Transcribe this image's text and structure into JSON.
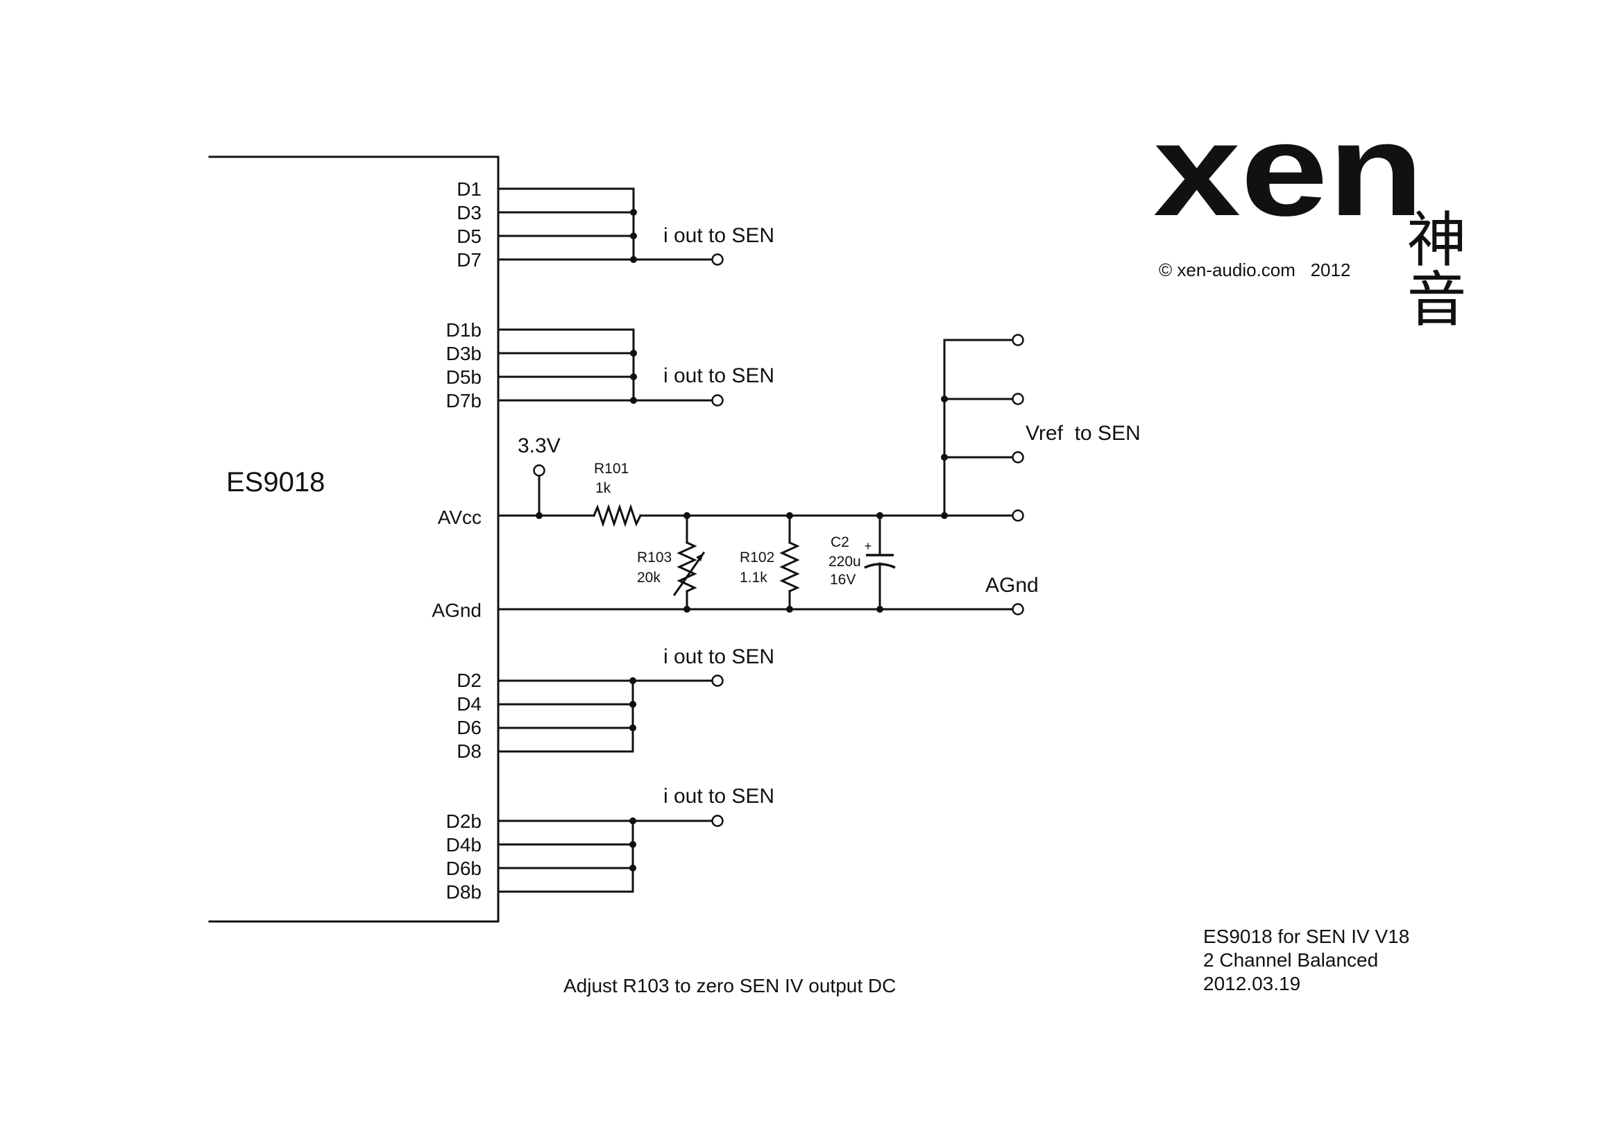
{
  "chip": {
    "name": "ES9018",
    "pins_top": [
      "D1",
      "D3",
      "D5",
      "D7",
      "D1b",
      "D3b",
      "D5b",
      "D7b"
    ],
    "pin_avcc": "AVcc",
    "pin_agnd": "AGnd",
    "pins_bottom": [
      "D2",
      "D4",
      "D6",
      "D8",
      "D2b",
      "D4b",
      "D6b",
      "D8b"
    ]
  },
  "outputs": {
    "iout_1": "i out to SEN",
    "iout_2": "i out to SEN",
    "iout_3": "i out to SEN",
    "iout_4": "i out to SEN",
    "vref": "Vref  to SEN",
    "agnd": "AGnd"
  },
  "supply": {
    "label": "3.3V"
  },
  "components": {
    "r101": {
      "ref": "R101",
      "value": "1k"
    },
    "r103": {
      "ref": "R103",
      "value": "20k"
    },
    "r102": {
      "ref": "R102",
      "value": "1.1k"
    },
    "c2": {
      "ref": "C2",
      "value": "220u",
      "voltage": "16V",
      "polarity": "+"
    }
  },
  "brand": {
    "logo": "xen",
    "kanji": "神音",
    "copyright": "© xen-audio.com   2012"
  },
  "note": "Adjust R103 to zero SEN IV output DC",
  "title_block": {
    "line1": "ES9018 for SEN IV V18",
    "line2": "2 Channel Balanced",
    "line3": "2012.03.19"
  },
  "colors": {
    "ink": "#111111",
    "paper": "#ffffff"
  }
}
